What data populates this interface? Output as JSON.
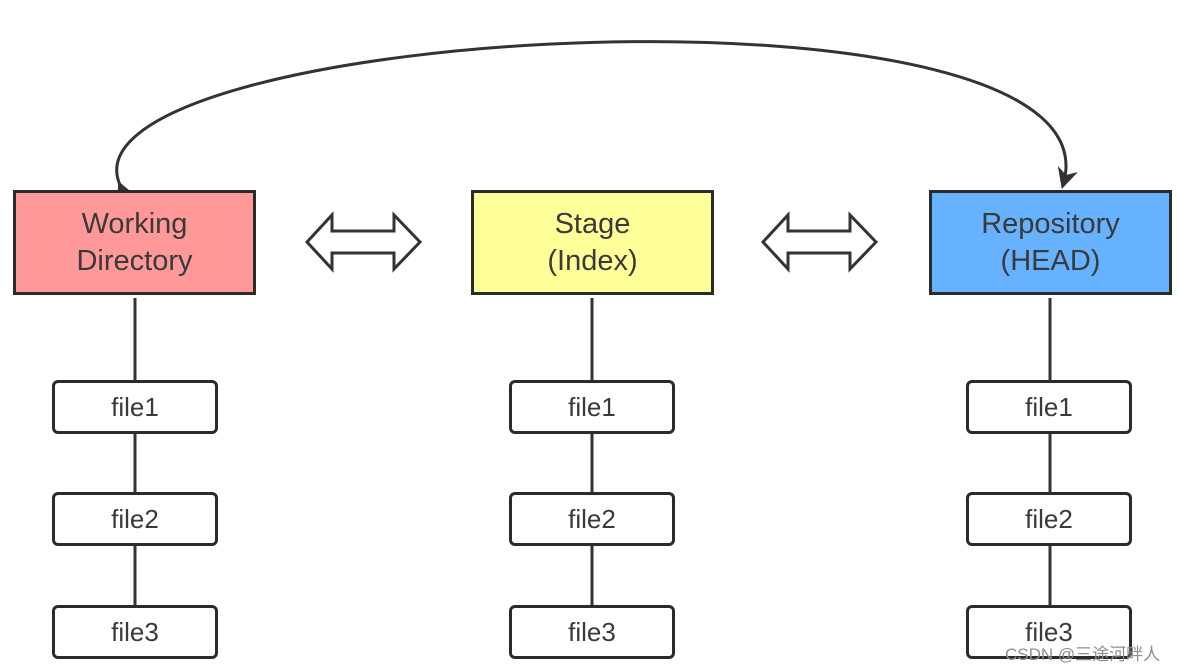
{
  "areas": [
    {
      "id": "working",
      "lines": [
        "Working",
        "Directory"
      ],
      "color": "#ff9999"
    },
    {
      "id": "stage",
      "lines": [
        "Stage",
        "(Index)"
      ],
      "color": "#ffff99"
    },
    {
      "id": "repository",
      "lines": [
        "Repository",
        "(HEAD)"
      ],
      "color": "#66b2ff"
    }
  ],
  "files": [
    "file1",
    "file2",
    "file3"
  ],
  "watermark": "CSDN @三途河畔人"
}
